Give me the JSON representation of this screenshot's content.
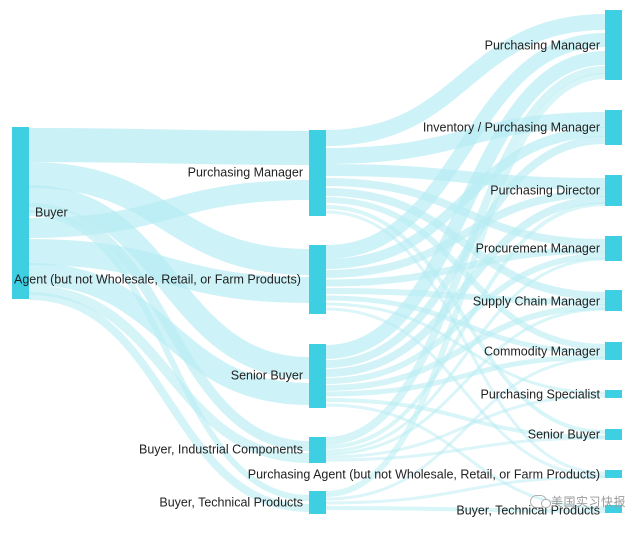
{
  "colors": {
    "node": "#3ecfe2",
    "link": "#b8ecf3",
    "text": "#222222"
  },
  "source_nodes": [
    {
      "id": "buyer",
      "label": "Buyer"
    },
    {
      "id": "agent",
      "label": "Agent (but not Wholesale, Retail, or Farm Products)"
    }
  ],
  "middle_nodes": [
    {
      "id": "m_pm",
      "label": "Purchasing Manager"
    },
    {
      "id": "m_agent",
      "label": ""
    },
    {
      "id": "m_sb",
      "label": "Senior Buyer"
    },
    {
      "id": "m_bic",
      "label": "Buyer, Industrial Components"
    },
    {
      "id": "m_btp",
      "label": "Buyer, Technical Products"
    }
  ],
  "target_nodes": [
    {
      "id": "t_pm",
      "label": "Purchasing Manager"
    },
    {
      "id": "t_ipm",
      "label": "Inventory / Purchasing Manager"
    },
    {
      "id": "t_pd",
      "label": "Purchasing Director"
    },
    {
      "id": "t_prm",
      "label": "Procurement Manager"
    },
    {
      "id": "t_scm",
      "label": "Supply Chain Manager"
    },
    {
      "id": "t_cm",
      "label": "Commodity Manager"
    },
    {
      "id": "t_ps",
      "label": "Purchasing Specialist"
    },
    {
      "id": "t_sb",
      "label": "Senior Buyer"
    },
    {
      "id": "t_pa",
      "label": "Purchasing Agent (but not Wholesale, Retail, or Farm Products)"
    },
    {
      "id": "t_btp",
      "label": "Buyer, Technical Products"
    }
  ],
  "watermark": {
    "text": "美国实习快报",
    "icon": "wechat-icon"
  }
}
